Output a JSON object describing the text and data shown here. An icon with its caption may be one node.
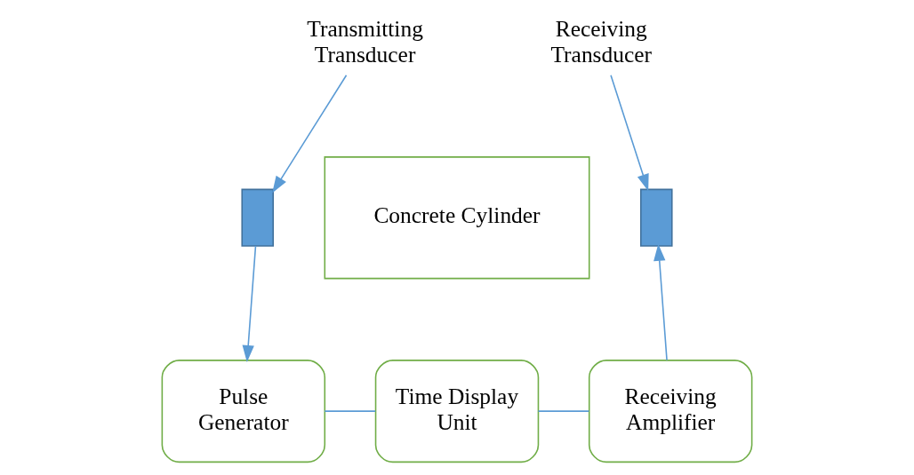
{
  "diagram": {
    "nodes": [
      {
        "text": [
          "Transmitting Transducer"
        ]
      },
      {
        "text": [
          "Receiving Transducer"
        ]
      },
      {
        "text": [
          "Concrete Cylinder"
        ]
      },
      {
        "text": [],
        "shape": "box"
      },
      {
        "text": [],
        "shape": "box"
      },
      {
        "text": [
          "Pulse Generator"
        ]
      },
      {
        "text": [
          "Time Display Unit"
        ]
      },
      {
        "text": [
          "Receiving Amplifier"
        ]
      }
    ],
    "edges": [
      {
        "from": 0,
        "to": 3,
        "arrow": "to"
      },
      {
        "from": 1,
        "to": 4,
        "arrow": "to"
      },
      {
        "from": 3,
        "to": 5,
        "arrow": "to"
      },
      {
        "from": 7,
        "to": 4,
        "arrow": "to"
      },
      {
        "from": 5,
        "to": 6,
        "arrow": "none"
      },
      {
        "from": 6,
        "to": 7,
        "arrow": "none"
      }
    ]
  }
}
